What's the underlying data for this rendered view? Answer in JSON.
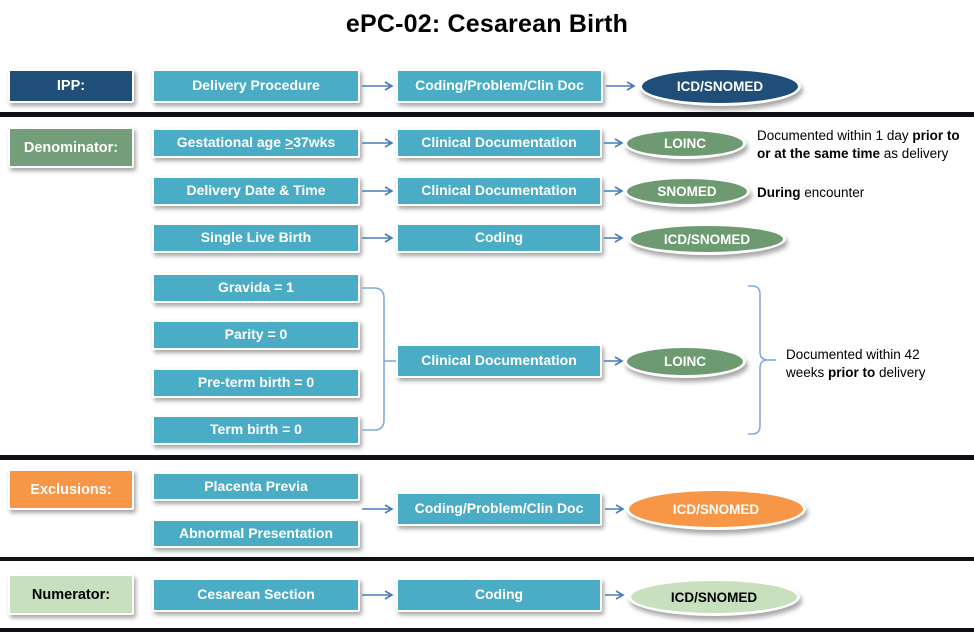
{
  "title": "ePC-02: Cesarean Birth",
  "ipp": {
    "label": "IPP:",
    "source": "Delivery Procedure",
    "method": "Coding/Problem/Clin Doc",
    "code": "ICD/SNOMED"
  },
  "denominator": {
    "label": "Denominator:",
    "row1": {
      "source_pre": "Gestational age",
      "source_geq": ">",
      "source_post": "37wks",
      "method": "Clinical Documentation",
      "code": "LOINC",
      "note_pre": "Documented within 1 day ",
      "note_bold": "prior to or at the same time",
      "note_post": " as delivery"
    },
    "row2": {
      "source": "Delivery Date & Time",
      "method": "Clinical Documentation",
      "code": "SNOMED",
      "note_bold": "During",
      "note_post": " encounter"
    },
    "row3": {
      "source": "Single Live Birth",
      "method": "Coding",
      "code": "ICD/SNOMED"
    },
    "group": {
      "items": [
        "Gravida = 1",
        "Parity = 0",
        "Pre-term birth = 0",
        "Term birth = 0"
      ],
      "method": "Clinical Documentation",
      "code": "LOINC",
      "note_pre": "Documented within 42 weeks ",
      "note_bold": "prior to",
      "note_post": " delivery"
    }
  },
  "exclusions": {
    "label": "Exclusions:",
    "items": [
      "Placenta Previa",
      "Abnormal Presentation"
    ],
    "method": "Coding/Problem/Clin Doc",
    "code": "ICD/SNOMED"
  },
  "numerator": {
    "label": "Numerator:",
    "source": "Cesarean Section",
    "method": "Coding",
    "code": "ICD/SNOMED"
  },
  "colors": {
    "box_teal": "#4bacc6",
    "ipp_navy": "#1f4e79",
    "denominator_sage": "#739e79",
    "exclusions_orange": "#f79646",
    "numerator_light_green": "#c9e0be",
    "green_ellipse": "#6d9a70",
    "arrow_blue": "#4b7bbe",
    "bracket_blue": "#84a9dc",
    "divider_dark": "#0d1117"
  }
}
